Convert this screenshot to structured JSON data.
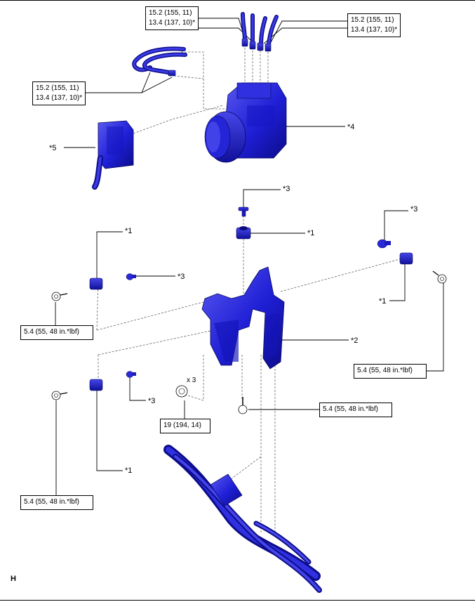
{
  "torque_specs": {
    "top_left": [
      "15.2 (155, 11)",
      "13.4 (137, 10)*"
    ],
    "top_right": [
      "15.2 (155, 11)",
      "13.4 (137, 10)*"
    ],
    "left_mid": [
      "15.2 (155, 11)",
      "13.4 (137, 10)*"
    ],
    "bolt_left_upper": "5.4 (55, 48 in.*lbf)",
    "bolt_right": "5.4 (55, 48 in.*lbf)",
    "bolt_center": "5.4 (55, 48 in.*lbf)",
    "bolt_left_lower": "5.4 (55, 48 in.*lbf)",
    "nut_center": "19 (194, 14)",
    "nut_count": "x 3"
  },
  "callouts": {
    "c4": "*4",
    "c5": "*5",
    "c3_top": "*3",
    "c1_top": "*1",
    "c3_right": "*3",
    "c1_left": "*1",
    "c3_left": "*3",
    "c1_right": "*1",
    "c2": "*2",
    "c3_lower": "*3",
    "c1_lower": "*1"
  },
  "footer": {
    "mark": "H"
  },
  "colors": {
    "part": "#1f1fd6",
    "part_dark": "#0c0c8a",
    "part_light": "#5a5af0",
    "line": "#000000"
  }
}
